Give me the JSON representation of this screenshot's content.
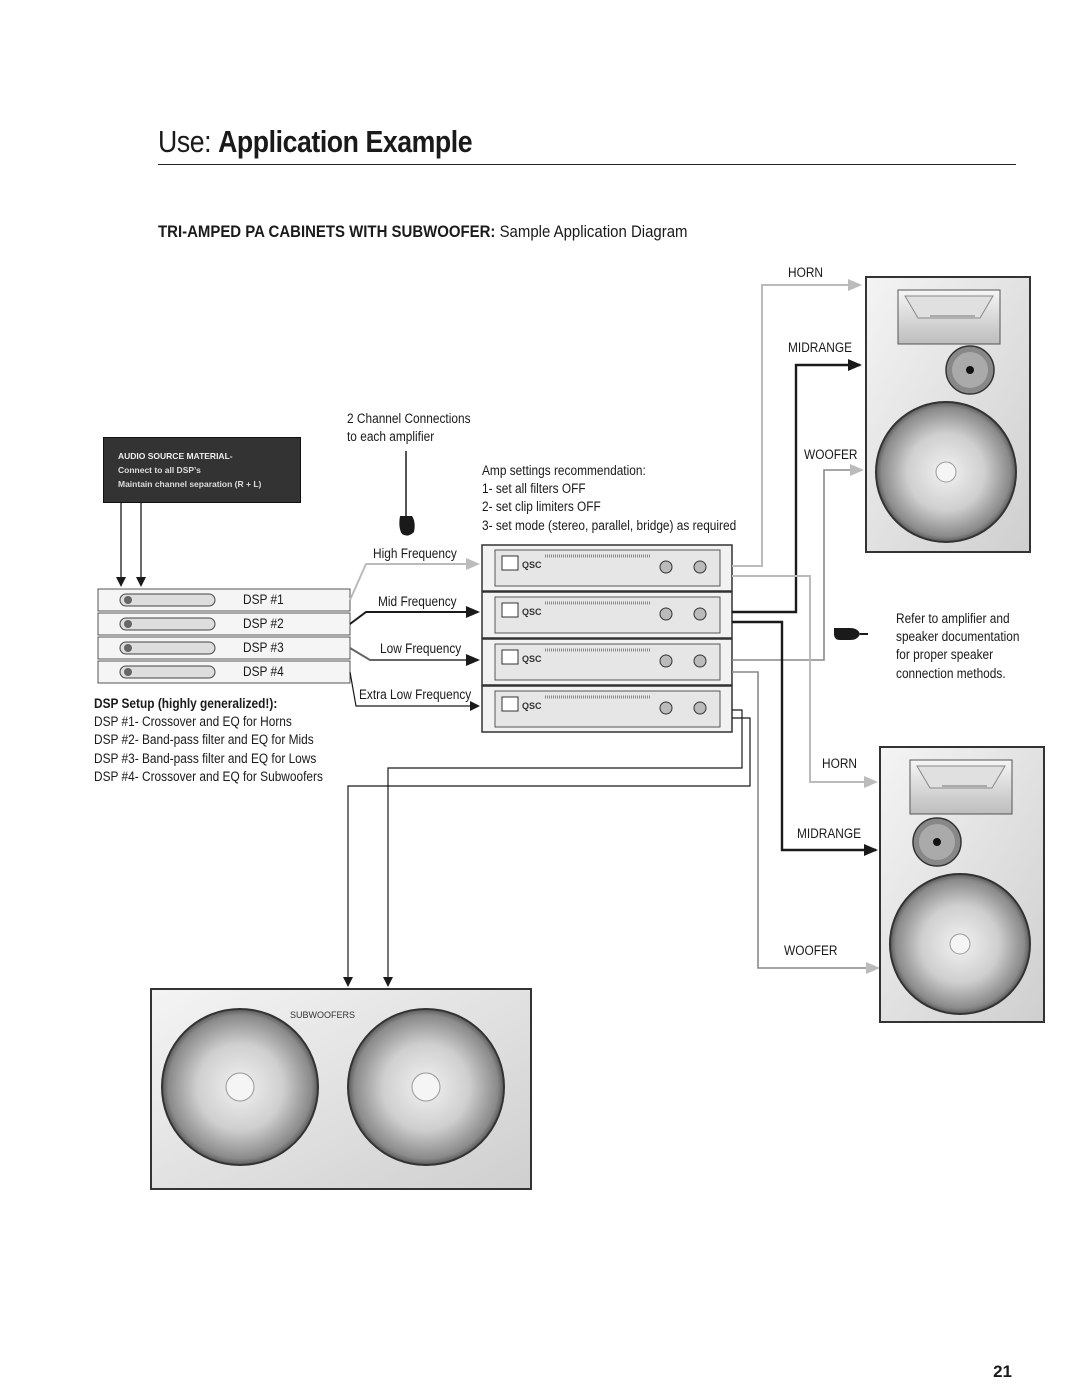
{
  "header": {
    "prefix": "Use:",
    "title": "Application Example"
  },
  "subtitle": {
    "bold": "TRI-AMPED PA CABINETS WITH SUBWOOFER:",
    "rest": "Sample Application Diagram"
  },
  "source_box": {
    "line1": "AUDIO SOURCE MATERIAL-",
    "line2": "Connect to all DSP’s",
    "line3": "Maintain channel separation (R + L)"
  },
  "channel_note": {
    "line1": "2 Channel Connections",
    "line2": "to each amplifier"
  },
  "amp_settings": {
    "title": "Amp settings recommendation:",
    "items": [
      "1- set all filters OFF",
      "2- set clip limiters OFF",
      "3- set mode (stereo, parallel, bridge) as required"
    ]
  },
  "dsp_units": [
    "DSP #1",
    "DSP #2",
    "DSP #3",
    "DSP #4"
  ],
  "frequency_labels": [
    "High Frequency",
    "Mid Frequency",
    "Low Frequency",
    "Extra Low Frequency"
  ],
  "dsp_setup": {
    "title": "DSP Setup (highly generalized!):",
    "items": [
      "DSP #1- Crossover and EQ for Horns",
      "DSP #2- Band-pass filter and EQ for Mids",
      "DSP #3- Band-pass filter and EQ for Lows",
      "DSP #4- Crossover and EQ for Subwoofers"
    ]
  },
  "cabinet_top": {
    "horn": "HORN",
    "midrange": "MIDRANGE",
    "woofer": "WOOFER"
  },
  "cabinet_bottom": {
    "horn": "HORN",
    "midrange": "MIDRANGE",
    "woofer": "WOOFER"
  },
  "refer_note": {
    "line1": "Refer to amplifier and",
    "line2": "speaker  documentation",
    "line3": "for proper speaker",
    "line4": "connection methods."
  },
  "subwoofers": {
    "label": "SUBWOOFERS"
  },
  "amp_brand": "QSC",
  "page_number": "21"
}
